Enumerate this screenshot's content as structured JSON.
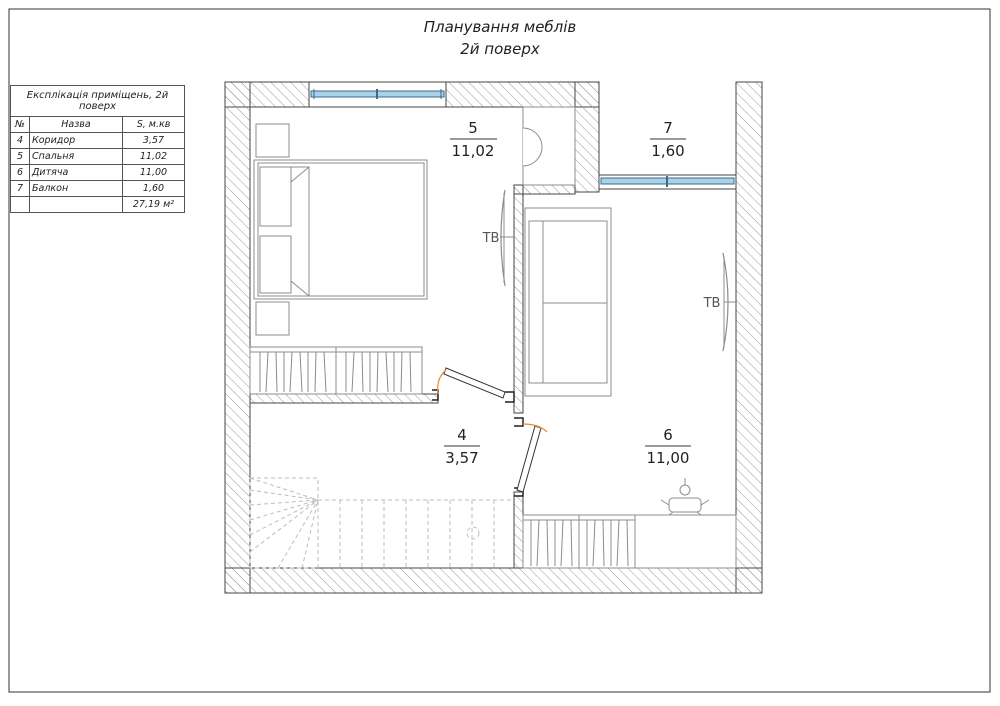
{
  "title": {
    "line1": "Планування меблів",
    "line2": "2й поверх"
  },
  "explication": {
    "caption": "Експлікація приміщень, 2й поверх",
    "headers": {
      "num": "№",
      "name": "Назва",
      "area": "S, м.кв"
    },
    "rows": [
      {
        "num": "4",
        "name": "Коридор",
        "area": "3,57"
      },
      {
        "num": "5",
        "name": "Спальня",
        "area": "11,02"
      },
      {
        "num": "6",
        "name": "Дитяча",
        "area": "11,00"
      },
      {
        "num": "7",
        "name": "Балкон",
        "area": "1,60"
      }
    ],
    "total": "27,19 м²"
  },
  "plan": {
    "rooms": [
      {
        "id": "room-5",
        "num": "5",
        "area": "11,02"
      },
      {
        "id": "room-7",
        "num": "7",
        "area": "1,60"
      },
      {
        "id": "room-4",
        "num": "4",
        "area": "3,57"
      },
      {
        "id": "room-6",
        "num": "6",
        "area": "11,00"
      }
    ],
    "tv_label": "ТВ"
  },
  "colors": {
    "wall_line": "#444444",
    "hatch": "#9a9a9a",
    "window_glass": "#a9d1ea",
    "door_arc": "#e8883a",
    "furniture": "#8c8c8c"
  }
}
